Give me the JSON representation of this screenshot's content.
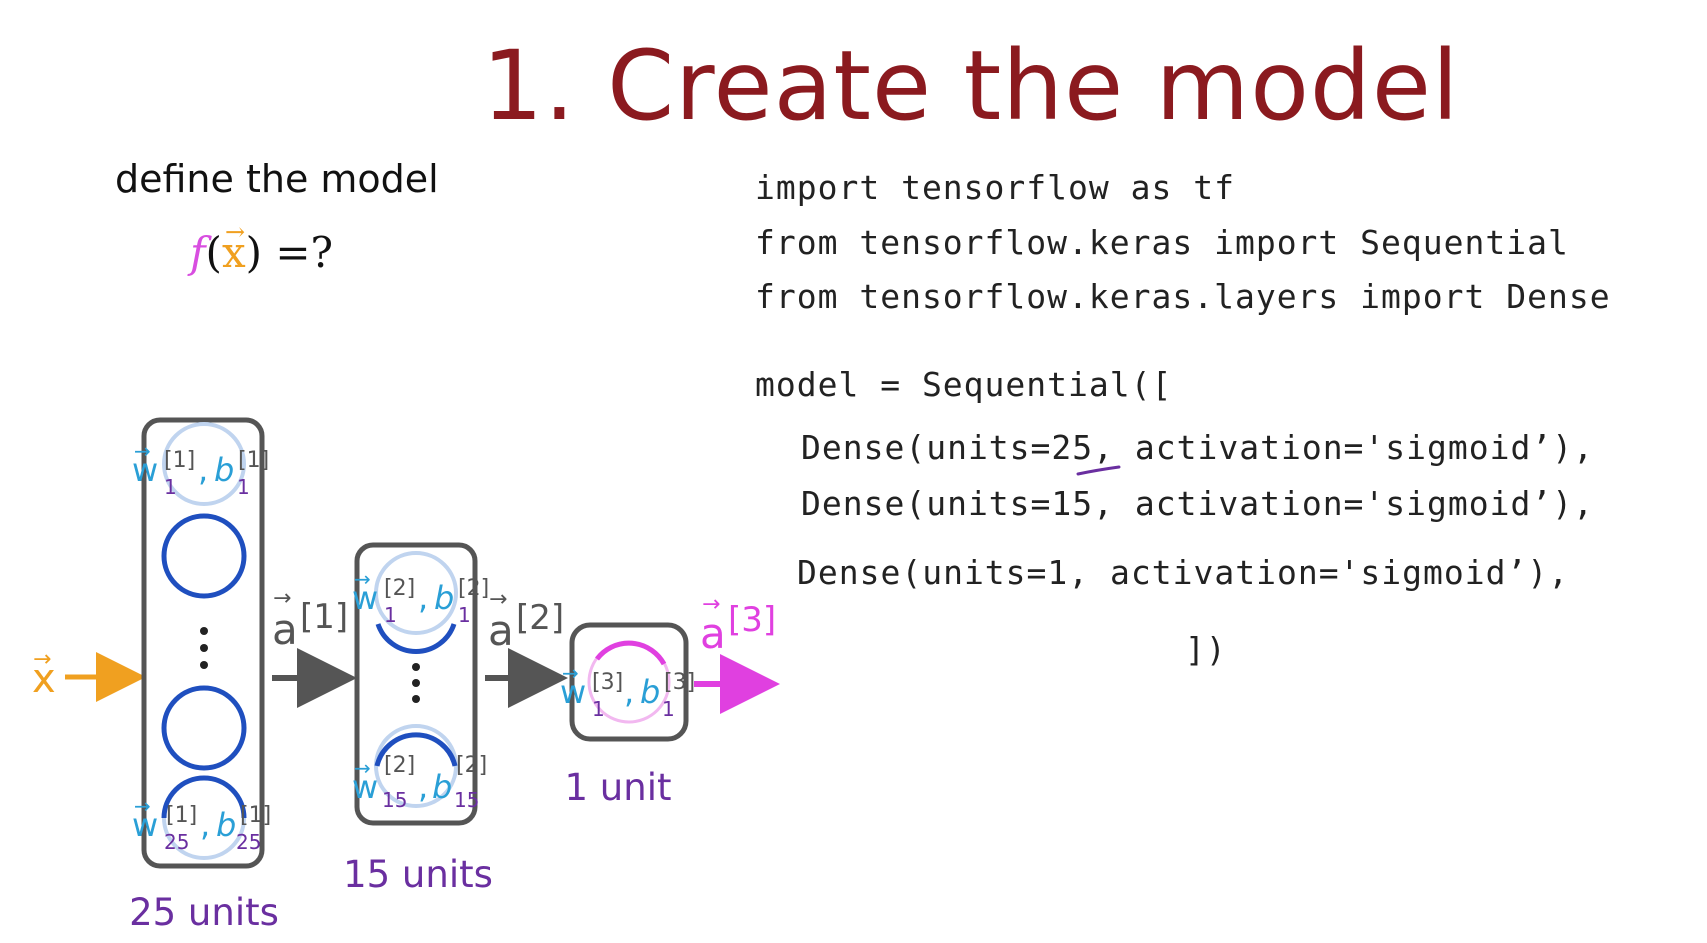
{
  "title": "1. Create the model",
  "subtitle": "define the model",
  "formula": {
    "f": "f",
    "open": "(",
    "x": "x",
    "arrow": "→",
    "close_eq": ") =?"
  },
  "code": {
    "line1": "import tensorflow as tf",
    "line2": "from tensorflow.keras import Sequential",
    "line3": "from tensorflow.keras.layers import Dense",
    "line4": "model = Sequential([",
    "line5": "Dense(units=25, activation='sigmoid’),",
    "line6": "Dense(units=15, activation='sigmoid’),",
    "line7": "Dense(units=1, activation='sigmoid’),",
    "line8": "])"
  },
  "diagram": {
    "input_label": "x",
    "layers": [
      {
        "units_label": "25 units",
        "top_w": "w",
        "top_sup": "[1]",
        "top_sub": "1",
        "top_b": "b",
        "top_bsub": "1",
        "bot_sub": "25",
        "bot_bsub": "25",
        "out_label": "a",
        "out_sup": "[1]"
      },
      {
        "units_label": "15 units",
        "top_sup": "[2]",
        "top_sub": "1",
        "top_bsub": "1",
        "bot_sub": "15",
        "bot_bsub": "15",
        "out_label": "a",
        "out_sup": "[2]"
      },
      {
        "units_label": "1 unit",
        "top_sup": "[3]",
        "top_sub": "1",
        "top_bsub": "1",
        "out_label": "a",
        "out_sup": "[3]"
      }
    ],
    "colors": {
      "input": "#f0a020",
      "output": "#e040e0",
      "neuron": "#1f4fbf",
      "param": "#2a9fd6",
      "param_sub": "#6a2fa0",
      "units": "#6a2fa0",
      "box": "#555555",
      "arrow": "#555555"
    }
  }
}
